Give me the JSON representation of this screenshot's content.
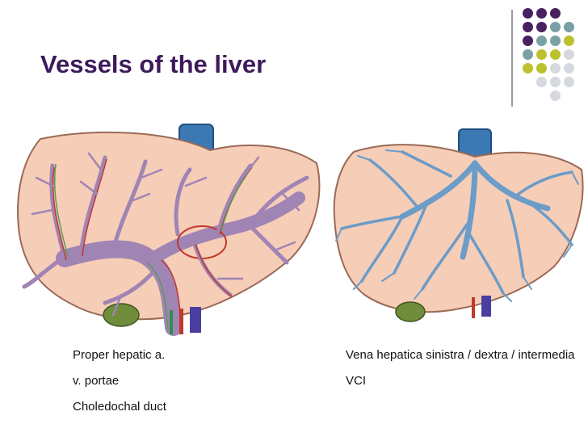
{
  "slide": {
    "title": "Vessels of the liver",
    "accent_colors": {
      "purple": "#4a2160",
      "teal": "#7aa0a5",
      "olive": "#bcc22e",
      "gray": "#d6d8e0"
    }
  },
  "left_figure": {
    "captions": [
      "Proper hepatic a.",
      "v. portae",
      "Choledochal duct"
    ]
  },
  "right_figure": {
    "captions": [
      "Vena hepatica sinistra / dextra / intermedia",
      "VCI"
    ]
  }
}
